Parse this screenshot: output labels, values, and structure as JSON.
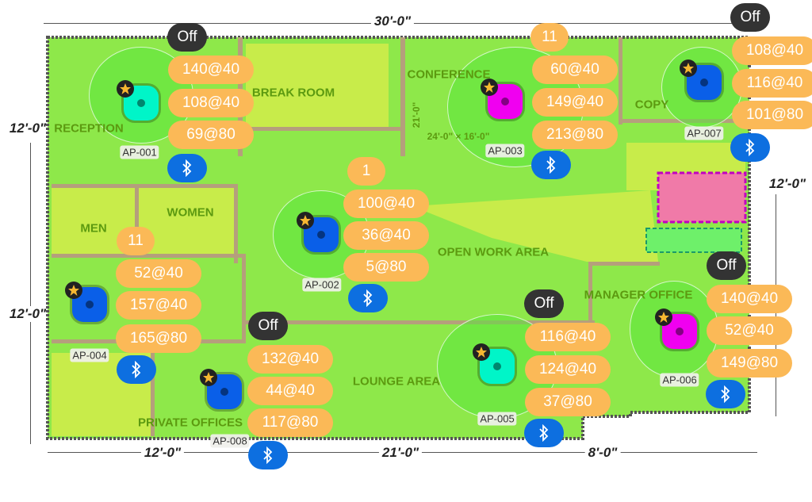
{
  "dimensions": {
    "top": "30'-0\"",
    "left_upper": "12'-0\"",
    "left_lower": "12'-0\"",
    "bottom_left": "12'-0\"",
    "bottom_mid": "21'-0\"",
    "bottom_right": "8'-0\"",
    "right_upper": "12'-0\""
  },
  "rooms": {
    "break_room": "BREAK ROOM",
    "reception": "RECEPTION",
    "conference": "CONFERENCE",
    "conference_size": "24'-0\" × 16'-0\"",
    "copy": "COPY",
    "men": "MEN",
    "women": "WOMEN",
    "open_work": "OPEN WORK AREA",
    "manager": "MANAGER OFFICE",
    "lounge": "LOUNGE AREA",
    "private": "PRIVATE OFFICES",
    "hall_dim": "21'-0\""
  },
  "colors": {
    "heatmap_green": "#8ee84a",
    "heatmap_yellow": "#c8ec4a",
    "pill": "#fbb957",
    "off": "#333333",
    "bluetooth": "#0d6fe0"
  },
  "access_points": [
    {
      "label": "AP-001",
      "color": "#00f5c8",
      "channel": "Off",
      "stats": [
        "140@40",
        "108@40",
        "69@80"
      ],
      "bluetooth": "bluetooth-icon"
    },
    {
      "label": "AP-002",
      "color": "#0a5fe8",
      "channel": "1",
      "stats": [
        "100@40",
        "36@40",
        "5@80"
      ],
      "bluetooth": "bluetooth-icon"
    },
    {
      "label": "AP-003",
      "color": "#f000f0",
      "channel": "11",
      "stats": [
        "60@40",
        "149@40",
        "213@80"
      ],
      "bluetooth": "bluetooth-icon"
    },
    {
      "label": "AP-004",
      "color": "#0a5fe8",
      "channel": "11",
      "stats": [
        "52@40",
        "157@40",
        "165@80"
      ],
      "bluetooth": "bluetooth-icon"
    },
    {
      "label": "AP-005",
      "color": "#00f5c8",
      "channel": "Off",
      "stats": [
        "116@40",
        "124@40",
        "37@80"
      ],
      "bluetooth": "bluetooth-icon"
    },
    {
      "label": "AP-006",
      "color": "#f000f0",
      "channel": "Off",
      "stats": [
        "140@40",
        "52@40",
        "149@80"
      ],
      "bluetooth": "bluetooth-icon"
    },
    {
      "label": "AP-007",
      "color": "#0a5fe8",
      "channel": "Off",
      "stats": [
        "108@40",
        "116@40",
        "101@80"
      ],
      "bluetooth": "bluetooth-icon"
    },
    {
      "label": "AP-008",
      "color": "#0a5fe8",
      "channel": "Off",
      "stats": [
        "132@40",
        "44@40",
        "117@80"
      ],
      "bluetooth": "bluetooth-icon"
    }
  ]
}
